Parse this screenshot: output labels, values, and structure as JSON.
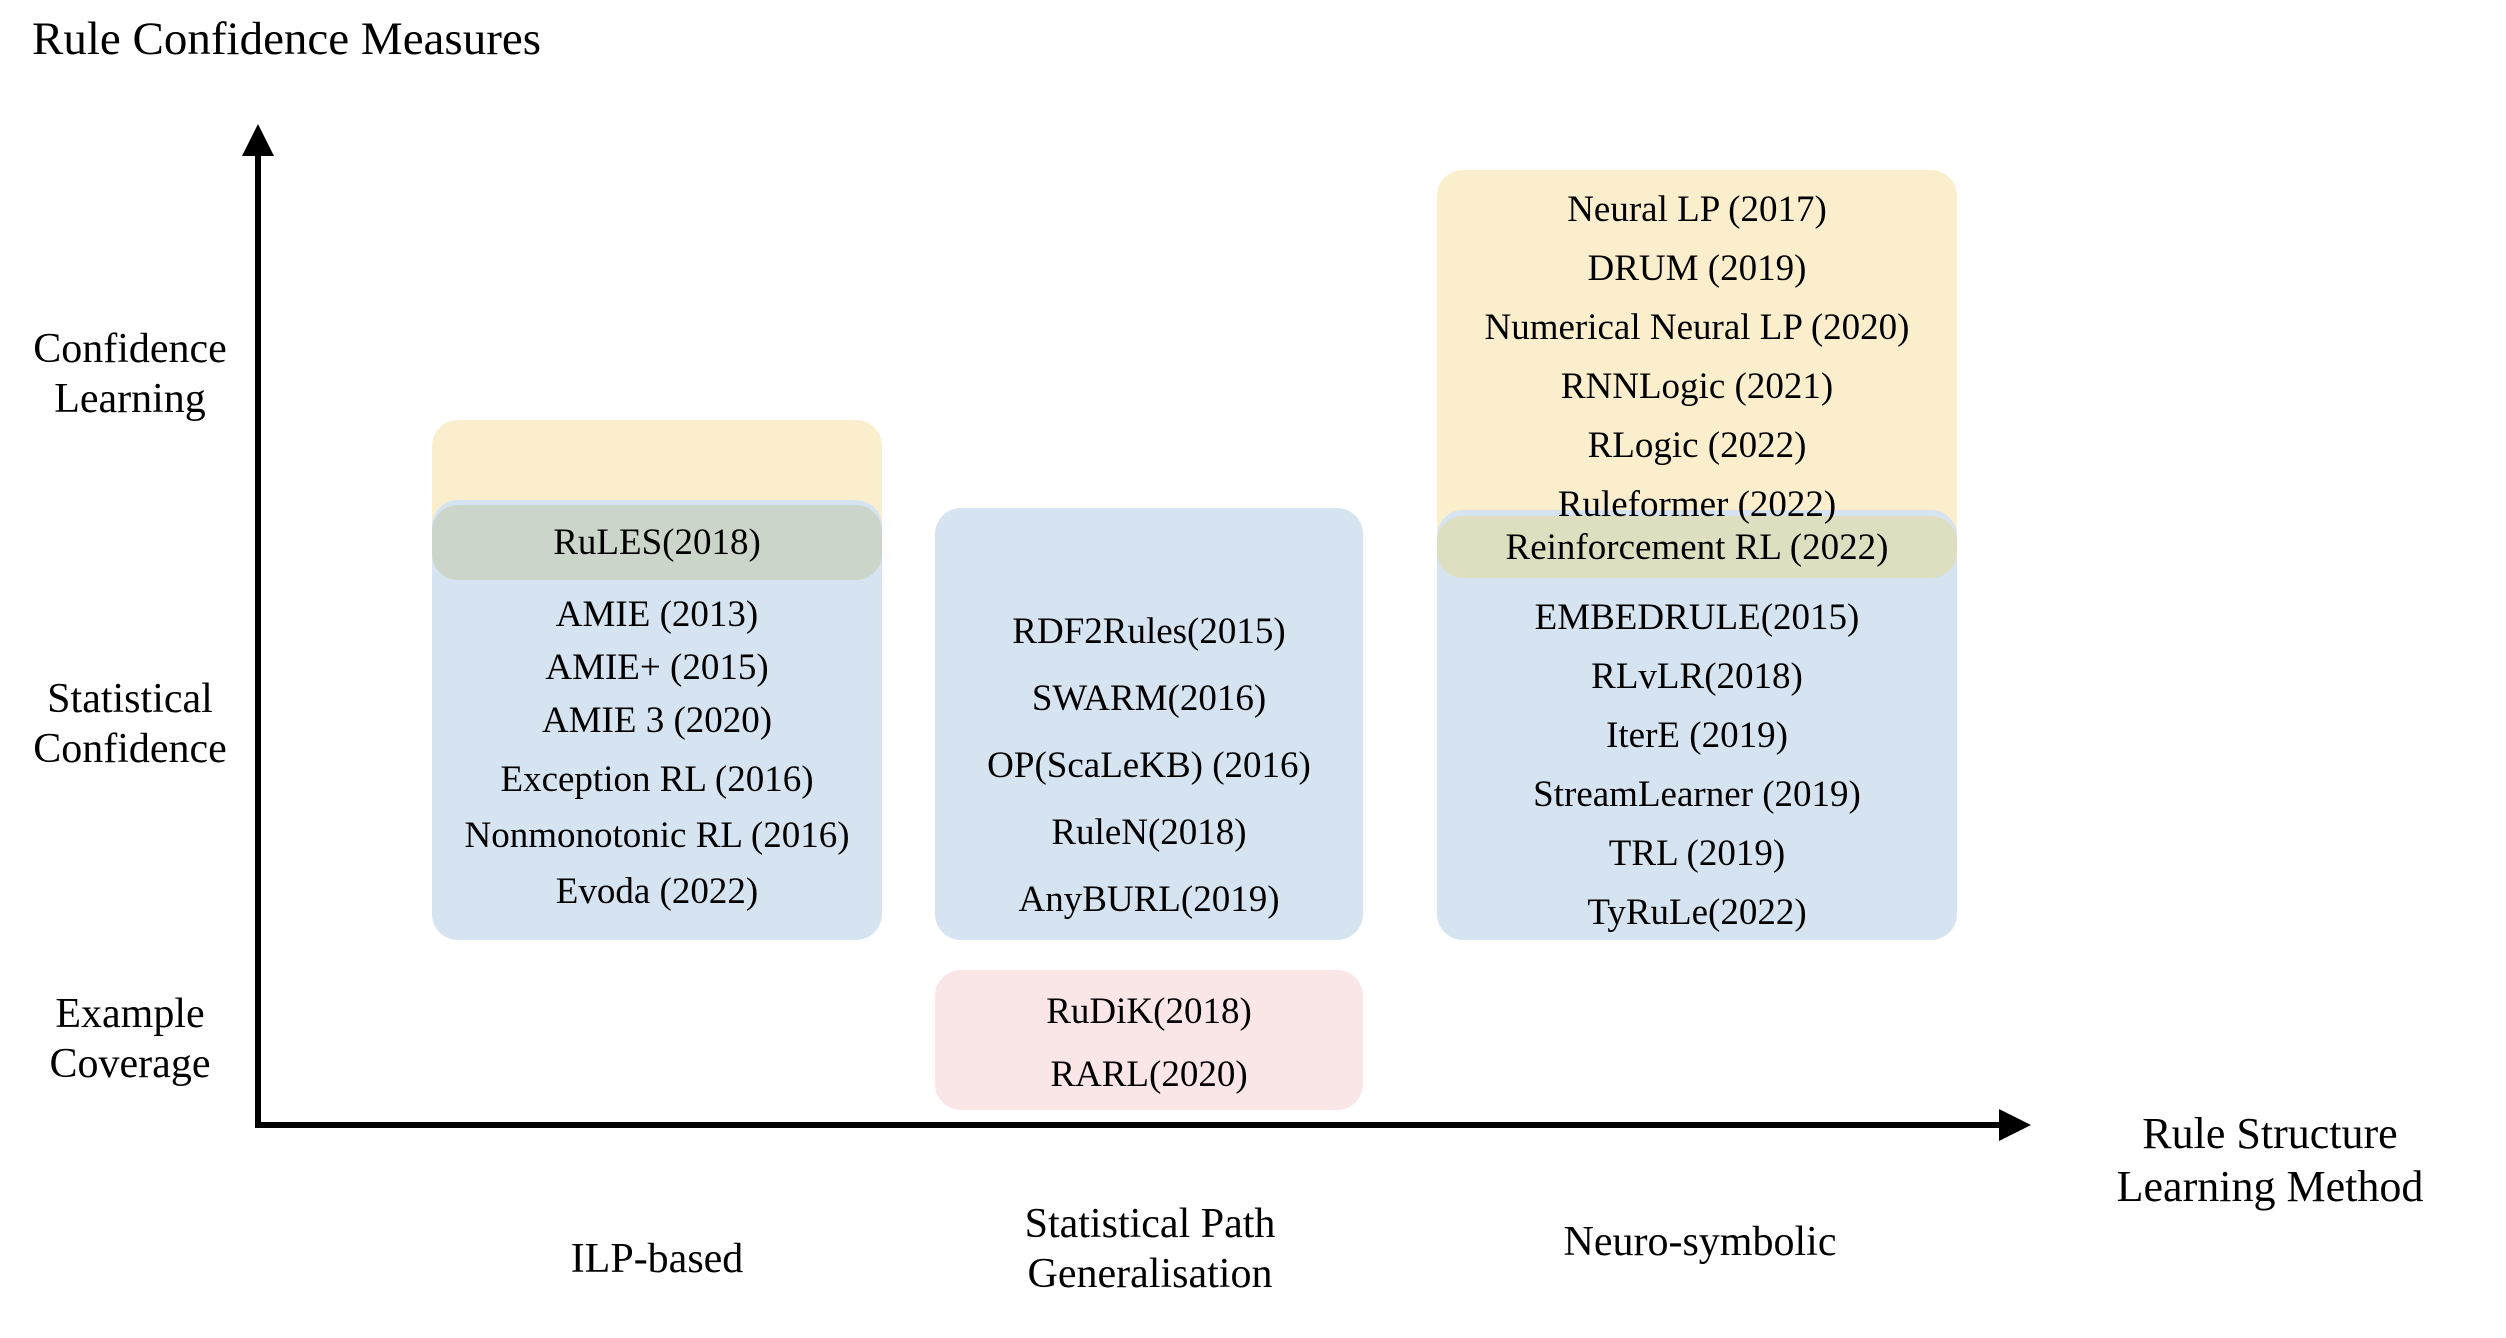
{
  "chart_data": {
    "type": "scatter",
    "title": "Rule Confidence Measures",
    "xlabel": "Rule Structure Learning Method",
    "ylabel": "Rule Confidence Measures",
    "grid": false,
    "legend": "none",
    "x_categories": [
      "ILP-based",
      "Statistical Path Generalisation",
      "Neuro-symbolic"
    ],
    "y_categories": [
      "Confidence Learning",
      "Statistical Confidence",
      "Example Coverage"
    ],
    "colors": {
      "confidence_learning": "#fbeecd",
      "statistical_confidence": "#d6e3f1",
      "example_coverage": "#fae5e7",
      "overlap_band": "#ccd5ca",
      "overlap_band_neuro": "#dedfc1",
      "axis": "#000000"
    },
    "cells": [
      {
        "x_category": "ILP-based",
        "y_category": "Confidence Learning",
        "color": "#fbeecd",
        "items": []
      },
      {
        "x_category": "ILP-based",
        "y_category": "Confidence Learning / Statistical Confidence (overlap)",
        "color": "#ccd5ca",
        "items": [
          "RuLES(2018)"
        ]
      },
      {
        "x_category": "ILP-based",
        "y_category": "Statistical Confidence",
        "color": "#d6e3f1",
        "items": [
          "AMIE (2013)",
          "AMIE+ (2015)",
          "AMIE 3 (2020)",
          "Exception RL (2016)",
          "Nonmonotonic RL (2016)",
          "Evoda (2022)"
        ]
      },
      {
        "x_category": "Statistical Path Generalisation",
        "y_category": "Statistical Confidence",
        "color": "#d6e3f1",
        "items": [
          "RDF2Rules(2015)",
          "SWARM(2016)",
          "OP(ScaLeKB) (2016)",
          "RuleN(2018)",
          "AnyBURL(2019)"
        ]
      },
      {
        "x_category": "Statistical Path Generalisation",
        "y_category": "Example Coverage",
        "color": "#fae5e7",
        "items": [
          "RuDiK(2018)",
          "RARL(2020)"
        ]
      },
      {
        "x_category": "Neuro-symbolic",
        "y_category": "Confidence Learning",
        "color": "#fbeecd",
        "items": [
          "Neural LP (2017)",
          "DRUM (2019)",
          "Numerical Neural LP (2020)",
          "RNNLogic (2021)",
          "RLogic (2022)",
          "Ruleformer (2022)"
        ]
      },
      {
        "x_category": "Neuro-symbolic",
        "y_category": "Confidence Learning / Statistical Confidence (overlap)",
        "color": "#dedfc1",
        "items": [
          "Reinforcement RL (2022)"
        ]
      },
      {
        "x_category": "Neuro-symbolic",
        "y_category": "Statistical Confidence",
        "color": "#d6e3f1",
        "items": [
          "EMBEDRULE(2015)",
          "RLvLR(2018)",
          "IterE (2019)",
          "StreamLearner (2019)",
          "TRL (2019)",
          "TyRuLe(2022)"
        ]
      }
    ]
  },
  "title": "Rule Confidence Measures",
  "y_axis": {
    "title_line1": "Rule",
    "labels": {
      "confidence_learning_l1": "Confidence",
      "confidence_learning_l2": "Learning",
      "statistical_confidence_l1": "Statistical",
      "statistical_confidence_l2": "Confidence",
      "example_coverage_l1": "Example",
      "example_coverage_l2": "Coverage"
    }
  },
  "x_axis": {
    "title_l1": "Rule Structure",
    "title_l2": "Learning Method",
    "labels": {
      "ilp": "ILP-based",
      "spg_l1": "Statistical Path",
      "spg_l2": "Generalisation",
      "neuro": "Neuro-symbolic"
    }
  },
  "col1": {
    "overlap": {
      "item0": "RuLES(2018)"
    },
    "blue": {
      "item0": "AMIE (2013)",
      "item1": "AMIE+ (2015)",
      "item2": "AMIE 3 (2020)",
      "item3": "Exception RL (2016)",
      "item4": "Nonmonotonic RL (2016)",
      "item5": "Evoda (2022)"
    }
  },
  "col2": {
    "blue": {
      "item0": "RDF2Rules(2015)",
      "item1": "SWARM(2016)",
      "item2": "OP(ScaLeKB) (2016)",
      "item3": "RuleN(2018)",
      "item4": "AnyBURL(2019)"
    },
    "pink": {
      "item0": "RuDiK(2018)",
      "item1": "RARL(2020)"
    }
  },
  "col3": {
    "yellow": {
      "item0": "Neural LP (2017)",
      "item1": "DRUM (2019)",
      "item2": "Numerical Neural LP (2020)",
      "item3": "RNNLogic (2021)",
      "item4": "RLogic (2022)",
      "item5": "Ruleformer (2022)"
    },
    "overlap": {
      "item0": "Reinforcement RL (2022)"
    },
    "blue": {
      "item0": "EMBEDRULE(2015)",
      "item1": "RLvLR(2018)",
      "item2": "IterE (2019)",
      "item3": "StreamLearner (2019)",
      "item4": "TRL (2019)",
      "item5": "TyRuLe(2022)"
    }
  }
}
